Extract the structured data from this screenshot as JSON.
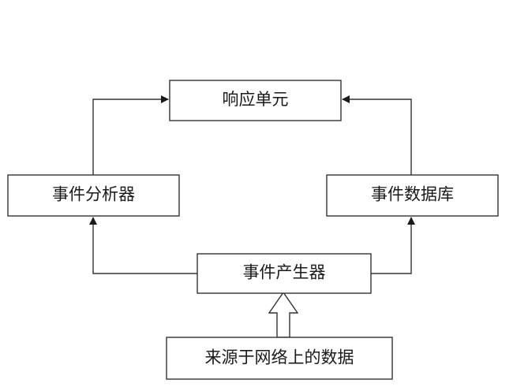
{
  "diagram": {
    "nodes": {
      "response_unit": "响应单元",
      "event_analyzer": "事件分析器",
      "event_database": "事件数据库",
      "event_generator": "事件产生器",
      "network_data": "来源于网络上的数据"
    },
    "edges": [
      {
        "from": "event_generator",
        "to": "event_analyzer"
      },
      {
        "from": "event_generator",
        "to": "event_database"
      },
      {
        "from": "event_analyzer",
        "to": "response_unit"
      },
      {
        "from": "event_database",
        "to": "response_unit"
      },
      {
        "from": "network_data",
        "to": "event_generator"
      }
    ]
  }
}
